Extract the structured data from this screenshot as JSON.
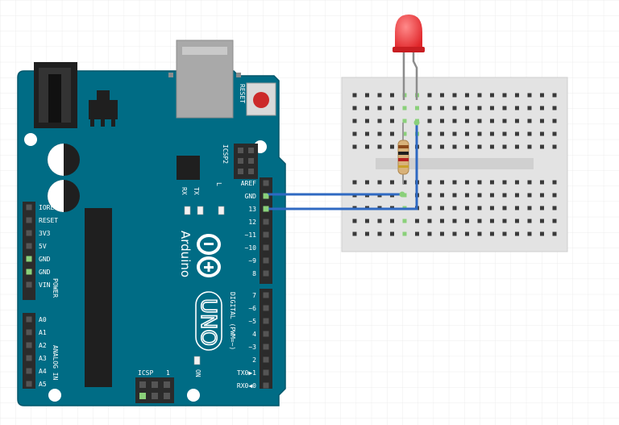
{
  "colors": {
    "board": "#006c85",
    "board_edge": "#00566b",
    "header": "#2b2b2b",
    "breadboard": "#e3e3e3",
    "hole": "#3a3a3a",
    "hole_active": "#8ad07a",
    "wire": "#2f69c2",
    "led": "#e0262a",
    "grid": "#ececec"
  },
  "board": {
    "brand": "Arduino",
    "model": "UNO",
    "reset_label": "RESET",
    "icsp_label": "ICSP",
    "icsp2_label": "ICSP2",
    "icsp_pin1": "1",
    "on_label": "ON",
    "led_labels": {
      "rx": "RX",
      "tx": "TX",
      "l": "L"
    },
    "power_header_labels": [
      "IOREF",
      "RESET",
      "3V3",
      "5V",
      "GND",
      "GND",
      "VIN"
    ],
    "power_group_label": "POWER",
    "analog_header_labels": [
      "A0",
      "A1",
      "A2",
      "A3",
      "A4",
      "A5"
    ],
    "analog_group_label": "ANALOG IN",
    "digital_header_top": [
      "AREF",
      "GND",
      "13",
      "12",
      "~11",
      "~10",
      "~9",
      "8"
    ],
    "digital_header_bottom": [
      "7",
      "~6",
      "~5",
      "4",
      "~3",
      "2",
      "TX0▶1",
      "RX0◀0"
    ],
    "digital_group_label": "DIGITAL (PWM=~)"
  },
  "circuit": {
    "components": [
      "arduino-uno",
      "breadboard",
      "red-led",
      "resistor"
    ],
    "connections": [
      {
        "from": "GND",
        "to": "breadboard"
      },
      {
        "from": "13",
        "to": "breadboard"
      }
    ]
  }
}
